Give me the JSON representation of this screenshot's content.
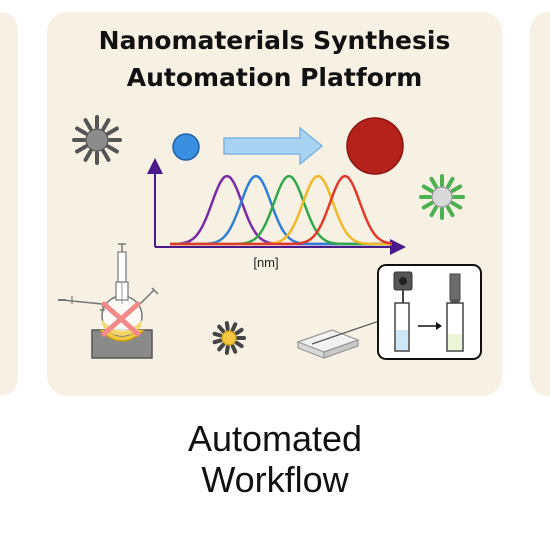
{
  "panel": {
    "title_line1": "Nanomaterials Synthesis",
    "title_line2": "Automation Platform"
  },
  "spectrum": {
    "x_unit": "[nm]",
    "series_colors": [
      "#7a2aa8",
      "#2f7fd6",
      "#33a84a",
      "#f0b82a",
      "#e23a2a"
    ]
  },
  "caption": {
    "line1": "Automated",
    "line2": "Workflow"
  },
  "colors": {
    "card_background": "#f6f1e3",
    "seed_particle": "#3a8fe0",
    "grown_particle": "#b5221c",
    "arrow_fill": "#a9d3f2",
    "axis": "#4a1a8a",
    "cross_mark": "#f28a8a"
  },
  "icons": [
    "gray-nanoparticle-icon",
    "seed-particle-icon",
    "growth-arrow-icon",
    "grown-particle-icon",
    "green-nanoparticle-icon",
    "reaction-flask-icon",
    "cross-out-icon",
    "yellow-nanoparticle-icon",
    "sample-plate-icon",
    "cuvette-transfer-icon"
  ]
}
